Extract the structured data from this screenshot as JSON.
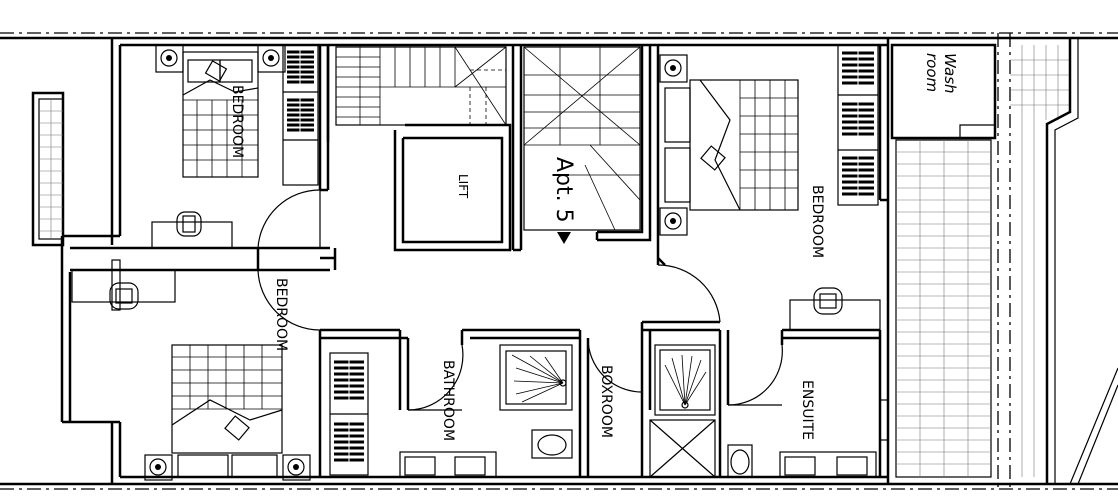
{
  "plan": {
    "rooms": {
      "bedroom_top_left": "BEDROOM",
      "bedroom_mid_left": "BEDROOM",
      "bedroom_right": "BEDROOM",
      "lift": "LIFT",
      "apartment": "Apt. 5",
      "bathroom": "BATHROOM",
      "boxroom": "BOXROOM",
      "ensuite": "ENSUITE",
      "wash_room_line1": "Wash",
      "wash_room_line2": "room"
    }
  }
}
